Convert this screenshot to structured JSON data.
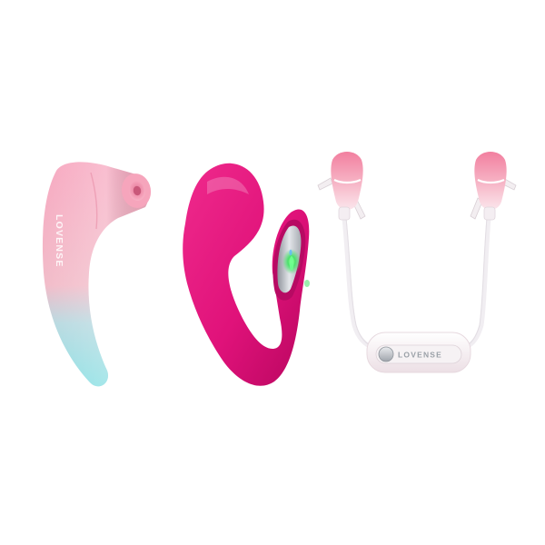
{
  "scene": {
    "background": "#ffffff",
    "products": [
      {
        "name": "suction-vibrator",
        "brand_text": "LOVENSE",
        "colors": {
          "top": "#f7a8c0",
          "bottom": "#8fe0e4"
        }
      },
      {
        "name": "wearable-vibrator",
        "colors": {
          "body": "#e4137d",
          "panel": "#c9ccd2",
          "led_green": "#48e06a",
          "led_blue": "#5fb8ff"
        }
      },
      {
        "name": "nipple-clamps",
        "brand_text": "LOVENSE",
        "colors": {
          "clip_top": "#f48aa8",
          "clip_bottom": "#fbe3ea",
          "cable": "#f1eef2",
          "button": "#c7cbd1"
        }
      }
    ]
  }
}
